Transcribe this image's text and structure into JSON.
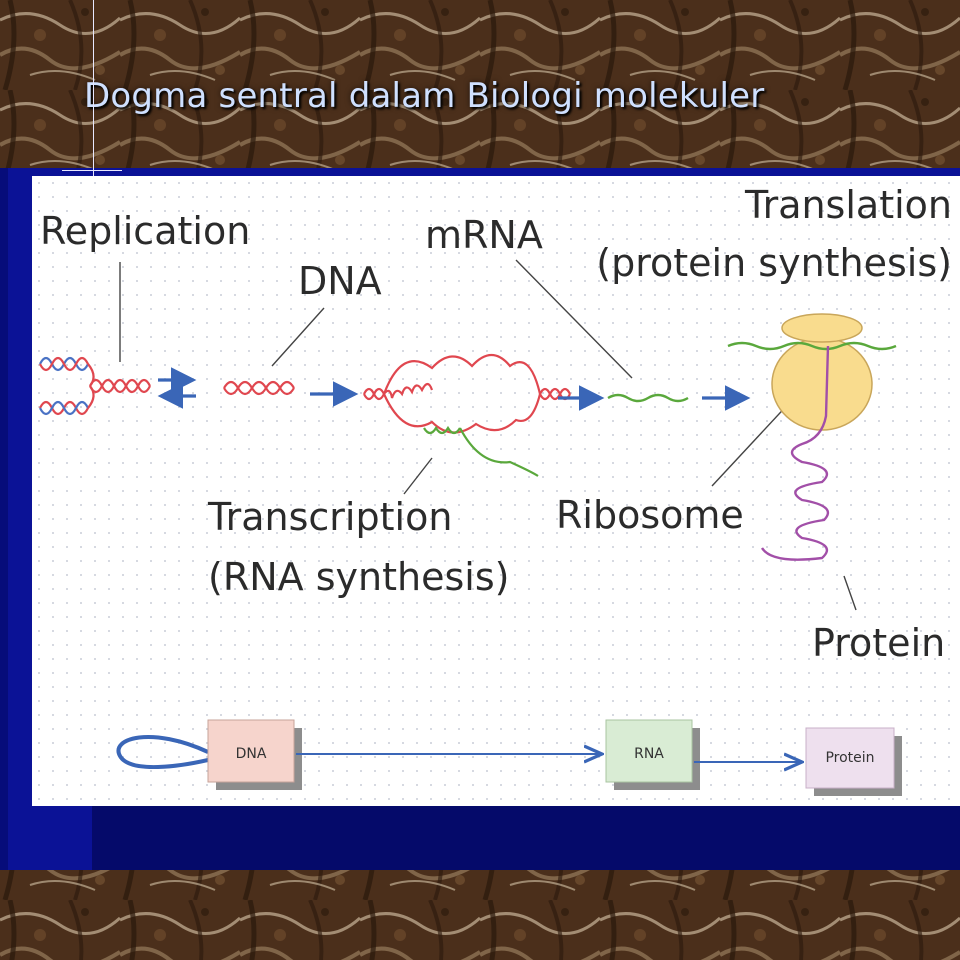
{
  "slide": {
    "title": "Dogma sentral dalam Biologi molekuler"
  },
  "diagram": {
    "labels": {
      "replication": "Replication",
      "dna": "DNA",
      "mrna": "mRNA",
      "translation_line1": "Translation",
      "translation_line2": "(protein synthesis)",
      "transcription_line1": "Transcription",
      "transcription_line2": "(RNA synthesis)",
      "ribosome": "Ribosome",
      "protein": "Protein"
    },
    "flow_boxes": {
      "dna": "DNA",
      "rna": "RNA",
      "protein": "Protein"
    }
  },
  "colors": {
    "title_text": "#cfe0ff",
    "slide_band": "#0b1296",
    "dna_red": "#e0474f",
    "dna_blue": "#4a72c4",
    "mrna_green": "#5aa83c",
    "protein_purple": "#a24fa8",
    "ribosome_fill": "#f9dc8e",
    "arrow_blue": "#3a66b7",
    "box_dna": "#f6d4cc",
    "box_rna": "#d9ecd4",
    "box_protein": "#eee0ee"
  }
}
